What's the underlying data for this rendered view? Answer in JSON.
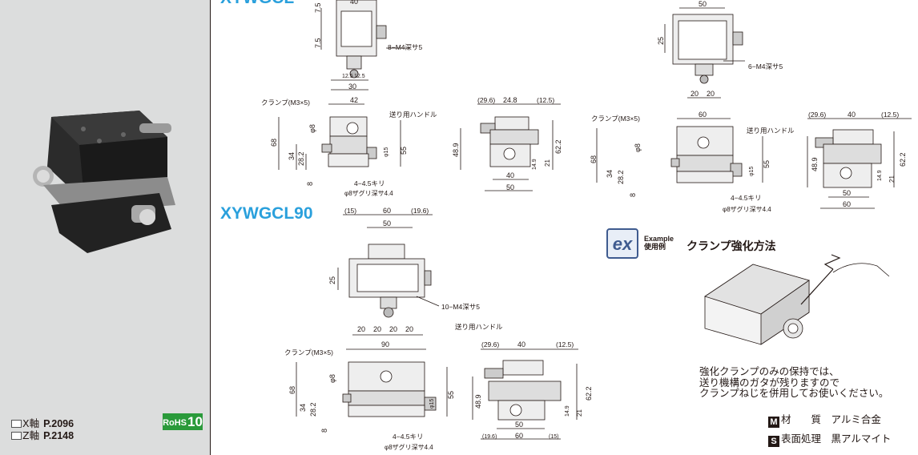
{
  "cross_refs": [
    {
      "label": "X軸",
      "page": "P.2096"
    },
    {
      "label": "Z軸",
      "page": "P.2148"
    }
  ],
  "rohs": {
    "text": "RoHS",
    "num": "10"
  },
  "models": {
    "top_left_cut": "XYWGCL",
    "second": "XYWGCL90"
  },
  "drawing_labels": {
    "clamp": "クランプ(M3×5)",
    "handle": "送り用ハンドル",
    "tap8": "8−M4深サ5",
    "tap6": "6−M4深サ5",
    "tap10": "10−M4深サ5",
    "drill": "4−4.5キリ",
    "cbore": "φ8ザグリ深サ4.4",
    "phi8": "φ8",
    "phi15": "φ15"
  },
  "dims": {
    "d40": "40",
    "d50": "50",
    "d30": "30",
    "d12_5": "12.5",
    "d7_5": "7.5",
    "d25": "25",
    "d20": "20",
    "d42": "42",
    "d60": "60",
    "d90": "90",
    "d68": "68",
    "d34": "34",
    "d28_2": "28.2",
    "d8": "8",
    "d55": "55",
    "d48_9": "48.9",
    "d62_2": "62.2",
    "d14_9": "14.9",
    "d21": "21",
    "p29_6": "(29.6)",
    "d24_8": "24.8",
    "p12_5": "(12.5)",
    "p15": "(15)",
    "p19_6": "(19.6)",
    "p19_6b": "(19.6)",
    "p15b": "(15)"
  },
  "example": {
    "badge": "ex",
    "en": "Example",
    "jp": "使用例",
    "title": "クランプ強化方法"
  },
  "note_lines": [
    "強化クランプのみの保持では、",
    "送り機構のガタが残りますので",
    "クランプねじを併用してお使いください。"
  ],
  "material": {
    "icon": "M",
    "label": "材　　質",
    "value": "アルミ合金"
  },
  "surface": {
    "icon": "S",
    "label": "表面処理",
    "value": "黒アルマイト"
  }
}
